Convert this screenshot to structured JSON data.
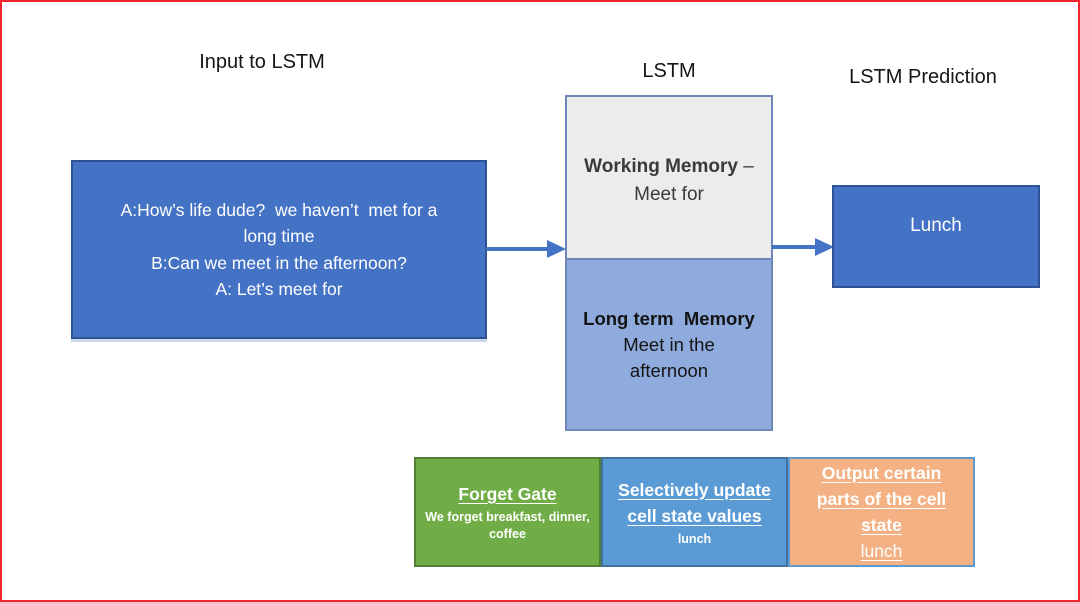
{
  "slide": {
    "frame_color": "#ef2630",
    "background": "#ffffff",
    "arrow_color": "#4472C4"
  },
  "headings": {
    "input_label": "Input to LSTM",
    "lstm_label": "LSTM",
    "prediction_label": "LSTM Prediction"
  },
  "input_box": {
    "fill": "#4472C4",
    "lines": [
      "A:How’s life dude?  we haven’t  met for a",
      "long time",
      "B:Can we meet in the afternoon?",
      "A: Let’s meet for"
    ]
  },
  "lstm_box": {
    "working_memory": {
      "fill": "#ECECEC",
      "title": "Working Memory",
      "dash": "–",
      "value": "Meet for"
    },
    "long_term_memory": {
      "fill": "#8FAADC",
      "title": "Long term  Memory",
      "lines": [
        "Meet in the",
        "afternoon"
      ]
    }
  },
  "prediction_box": {
    "fill": "#4472C4",
    "value": "Lunch"
  },
  "gates": [
    {
      "title": "Forget Gate",
      "subtitle": "We forget breakfast, dinner, coffee",
      "fill": "#70AD47"
    },
    {
      "title": "Selectively update cell state values",
      "subtitle": "lunch",
      "fill": "#5B9BD5"
    },
    {
      "title": "Output certain parts of the cell state",
      "subtitle": "lunch",
      "fill": "#F4B183"
    }
  ]
}
